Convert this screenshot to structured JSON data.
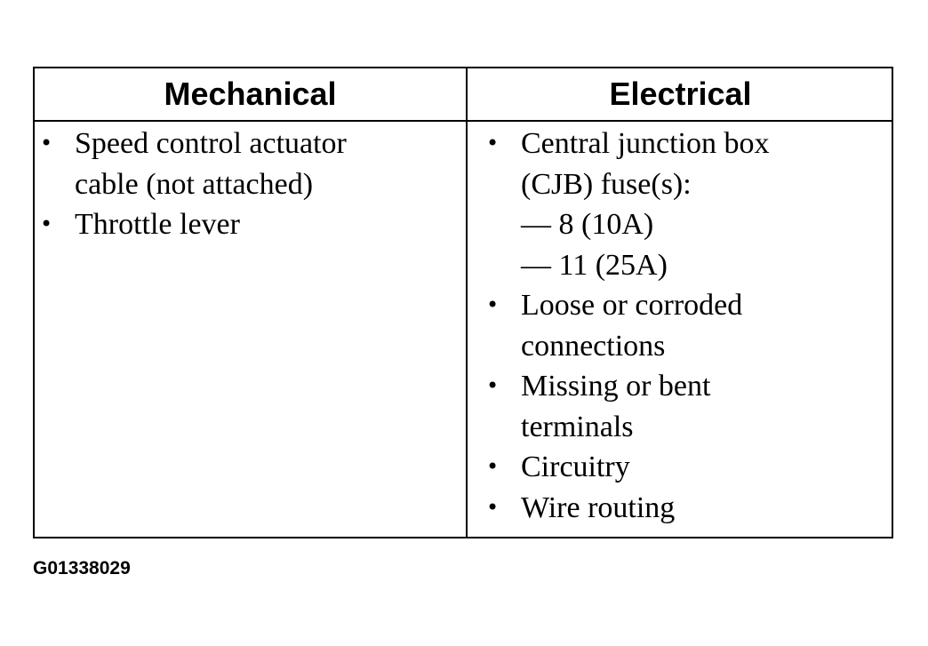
{
  "table": {
    "headers": {
      "mechanical": "Mechanical",
      "electrical": "Electrical"
    },
    "bullet_glyph": "•",
    "mechanical_items": [
      {
        "lines": [
          "Speed control actuator",
          "cable (not attached)"
        ]
      },
      {
        "lines": [
          "Throttle lever"
        ]
      }
    ],
    "electrical_items": [
      {
        "lines": [
          "Central junction box",
          "(CJB) fuse(s):"
        ],
        "sub_items": [
          "— 8 (10A)",
          "— 11 (25A)"
        ]
      },
      {
        "lines": [
          "Loose or corroded",
          "connections"
        ]
      },
      {
        "lines": [
          "Missing or bent",
          "terminals"
        ]
      },
      {
        "lines": [
          "Circuitry"
        ]
      },
      {
        "lines": [
          "Wire routing"
        ]
      }
    ]
  },
  "figure_id": "G01338029"
}
